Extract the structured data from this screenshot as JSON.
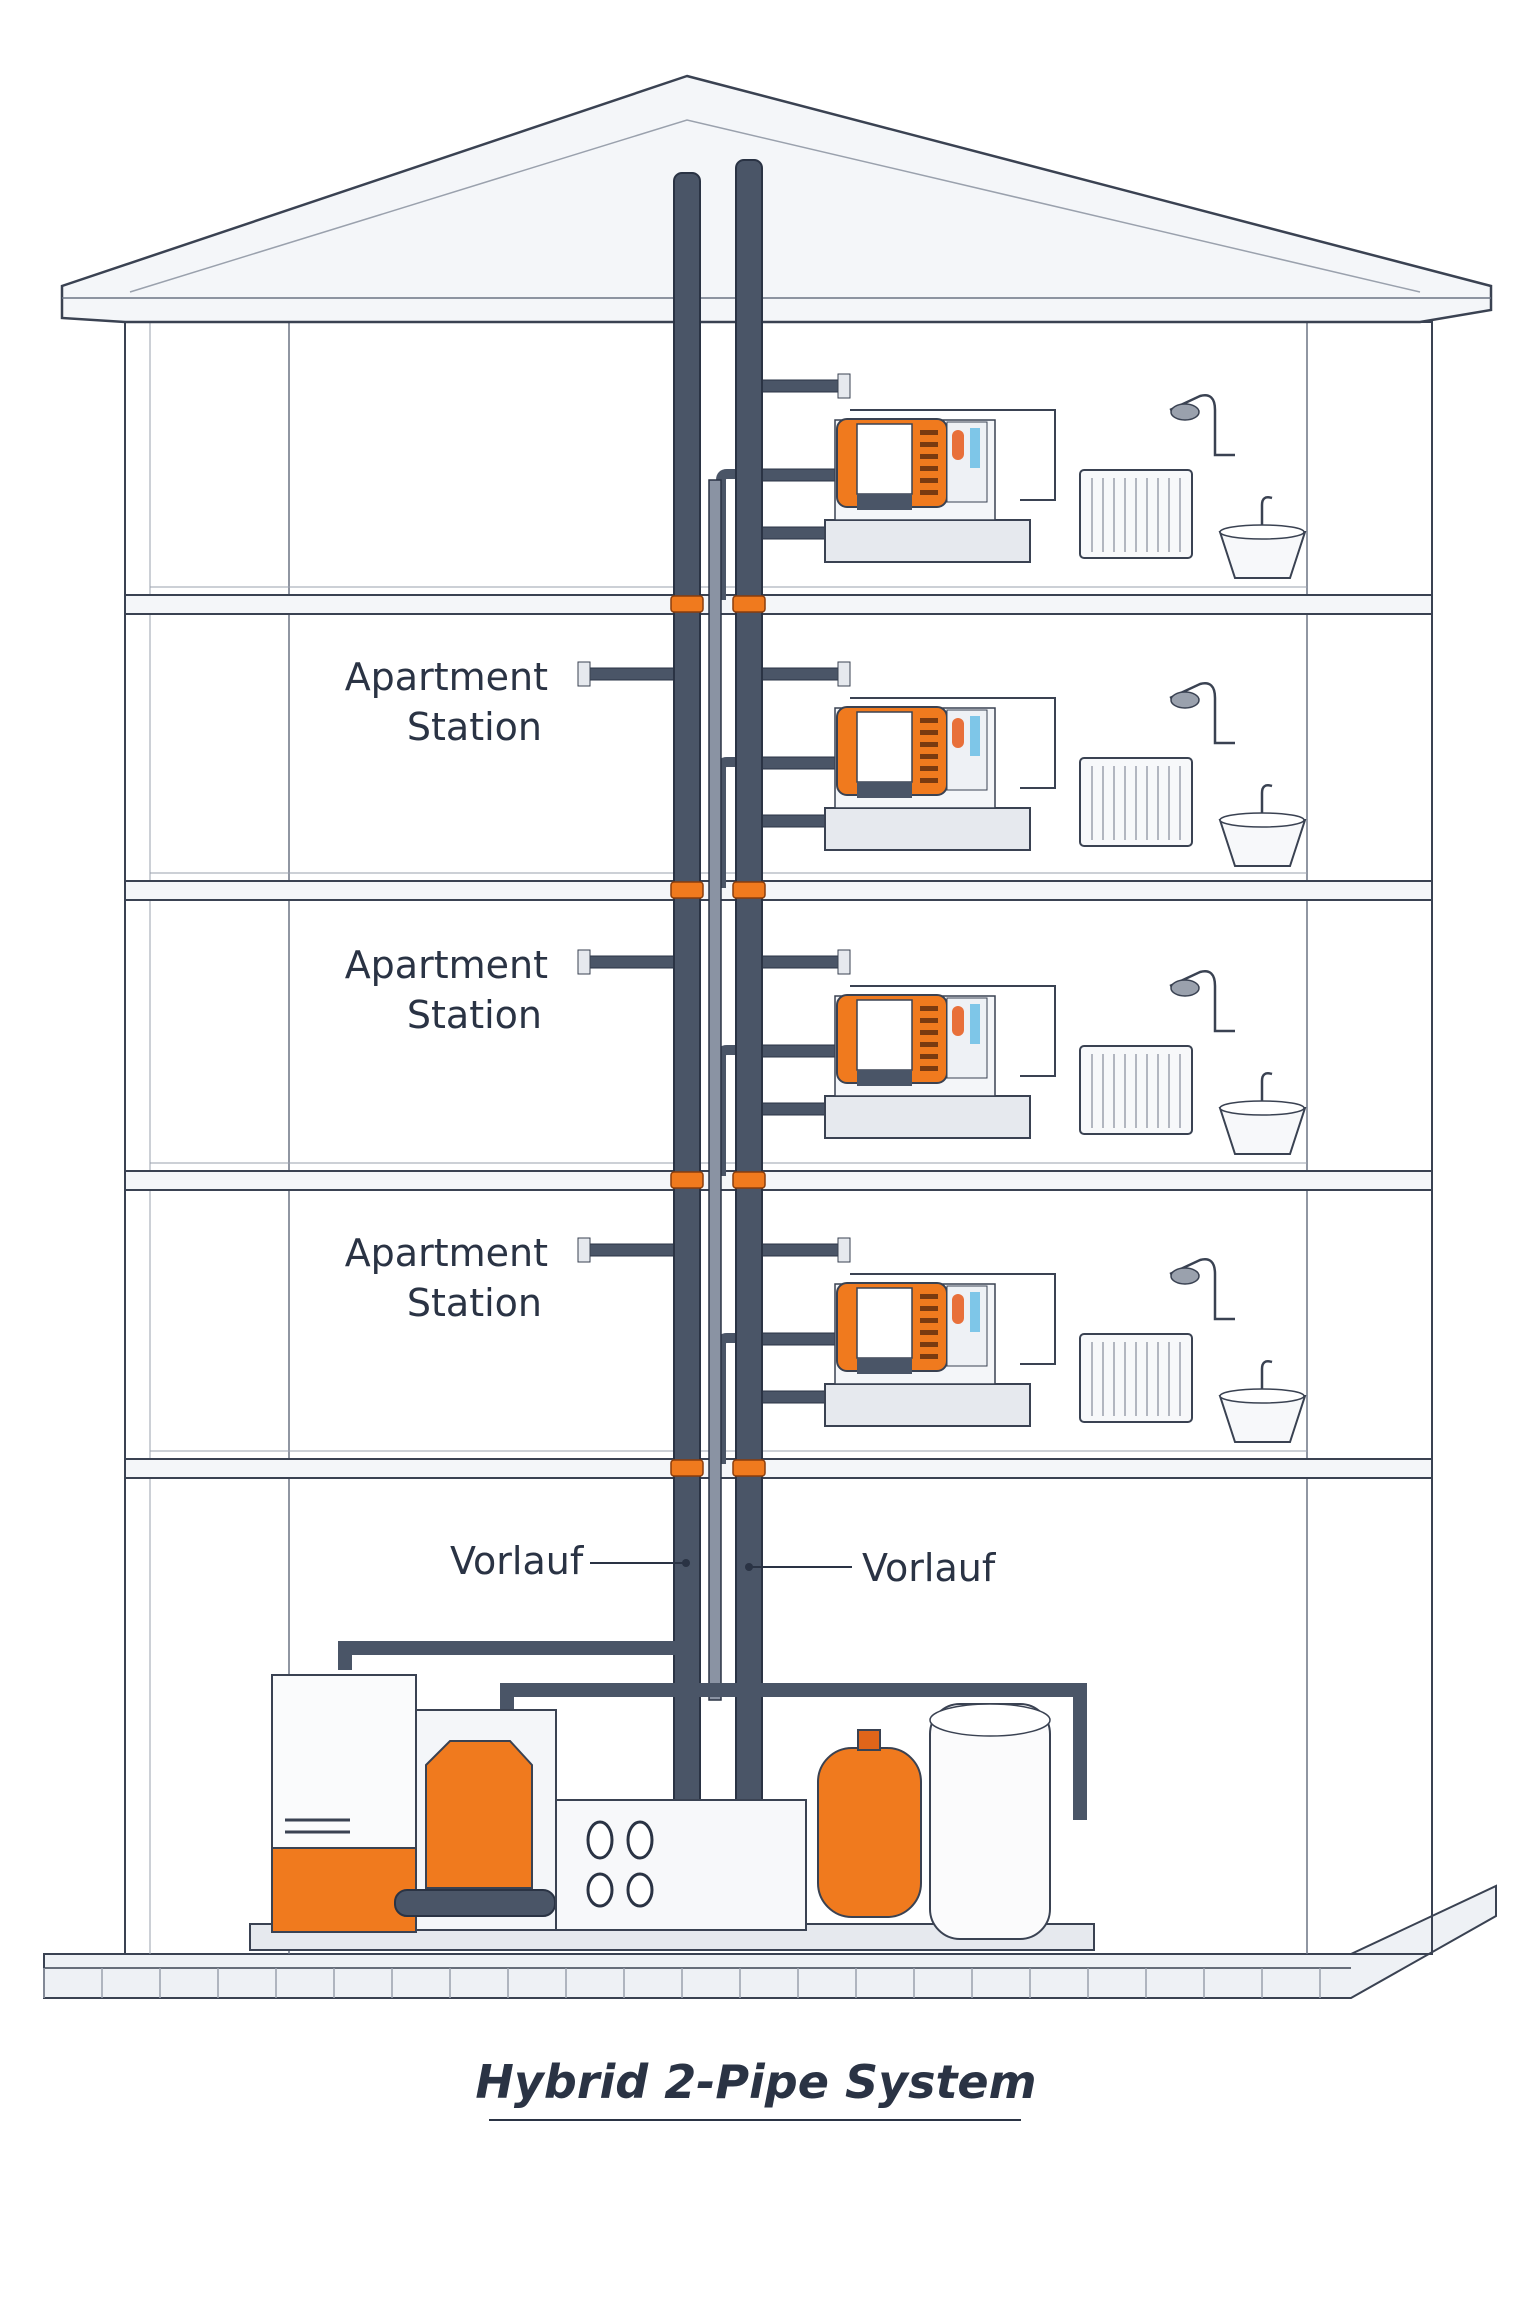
{
  "labels": {
    "apartment_station": [
      {
        "line1": "Apartment",
        "line2": "Station"
      },
      {
        "line1": "Apartment",
        "line2": "Station"
      },
      {
        "line1": "Apartment",
        "line2": "Station"
      }
    ],
    "vorlauf_left": "Vorlauf",
    "vorlauf_right": "Vorlauf"
  },
  "title": "Hybrid 2-Pipe System",
  "colors": {
    "pipe": "#4a5567",
    "accent_orange": "#f07a1e",
    "outline": "#3a4252",
    "wall_fill": "#f4f6f9"
  }
}
